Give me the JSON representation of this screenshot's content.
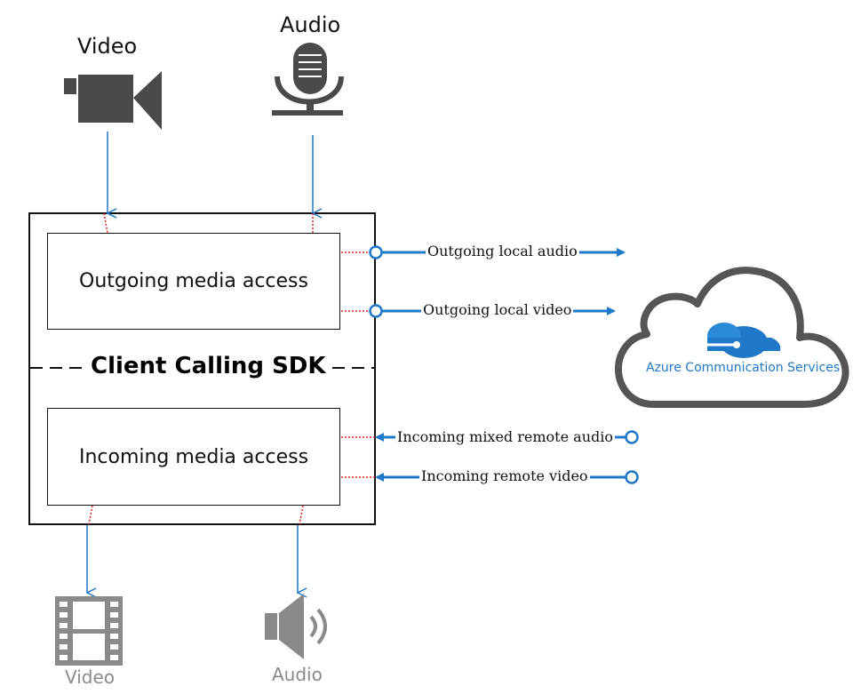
{
  "sources": {
    "video_label": "Video",
    "audio_label": "Audio",
    "video_icon": "video-camera-icon",
    "audio_icon": "microphone-icon"
  },
  "sdk": {
    "title": "Client Calling SDK",
    "outgoing_label": "Outgoing media access",
    "incoming_label": "Incoming media access"
  },
  "flows": {
    "outgoing_audio": "Outgoing local audio",
    "outgoing_video": "Outgoing local video",
    "incoming_audio": "Incoming mixed remote audio",
    "incoming_video": "Incoming remote video"
  },
  "cloud": {
    "label": "Azure Communication Services",
    "icon": "azure-cloud-icon"
  },
  "sinks": {
    "video_label": "Video",
    "audio_label": "Audio",
    "video_icon": "film-strip-icon",
    "audio_icon": "speaker-icon"
  },
  "colors": {
    "arrow": "#1f78c8",
    "connector": "#e02020",
    "icon_dark": "#4a4a4a",
    "icon_gray": "#8a8a8a",
    "cloud_outline": "#555555"
  }
}
